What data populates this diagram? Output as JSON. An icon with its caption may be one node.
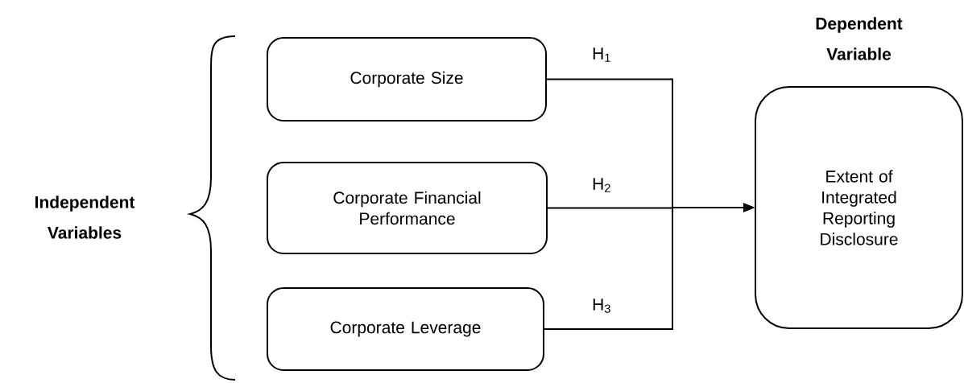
{
  "diagram": {
    "nodes": [
      {
        "text": [
          "Corporate Size"
        ]
      },
      {
        "text": [
          "Corporate Financial Performance"
        ]
      },
      {
        "text": [
          "Corporate Leverage"
        ]
      },
      {
        "text": [
          "Dependent Variable",
          "Extent of Integrated Reporting Disclosure"
        ]
      }
    ],
    "edges": [
      {
        "from": 0,
        "to": 3,
        "arrow": "to",
        "label": "H$_{1}$"
      },
      {
        "from": 1,
        "to": 3,
        "arrow": "to",
        "label": "H$_{2}$"
      },
      {
        "from": 2,
        "to": 3,
        "arrow": "to",
        "label": "H$_{3}$"
      }
    ],
    "labels": [
      "Independent Variables"
    ]
  }
}
